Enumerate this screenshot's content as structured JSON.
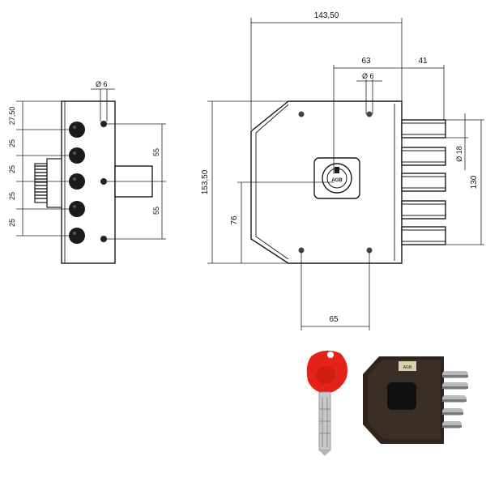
{
  "side_view": {
    "left_dims": [
      "27,50",
      "25",
      "25",
      "25",
      "25"
    ],
    "right_dims": [
      "55",
      "55"
    ],
    "diameter_label": "Ø 6"
  },
  "front_view": {
    "top_width": "143,50",
    "top_offset_left": "63",
    "top_offset_right": "41",
    "diameter_top_label": "Ø 6",
    "height_label": "153,50",
    "center_height": "76",
    "bottom_spacing": "65",
    "bolt_diameter": "Ø 18",
    "bolt_span": "130"
  },
  "photo": {
    "key_color": "#e3231a",
    "lock_body_color": "#2e241d",
    "bolt_color": "#b9b9b9"
  }
}
